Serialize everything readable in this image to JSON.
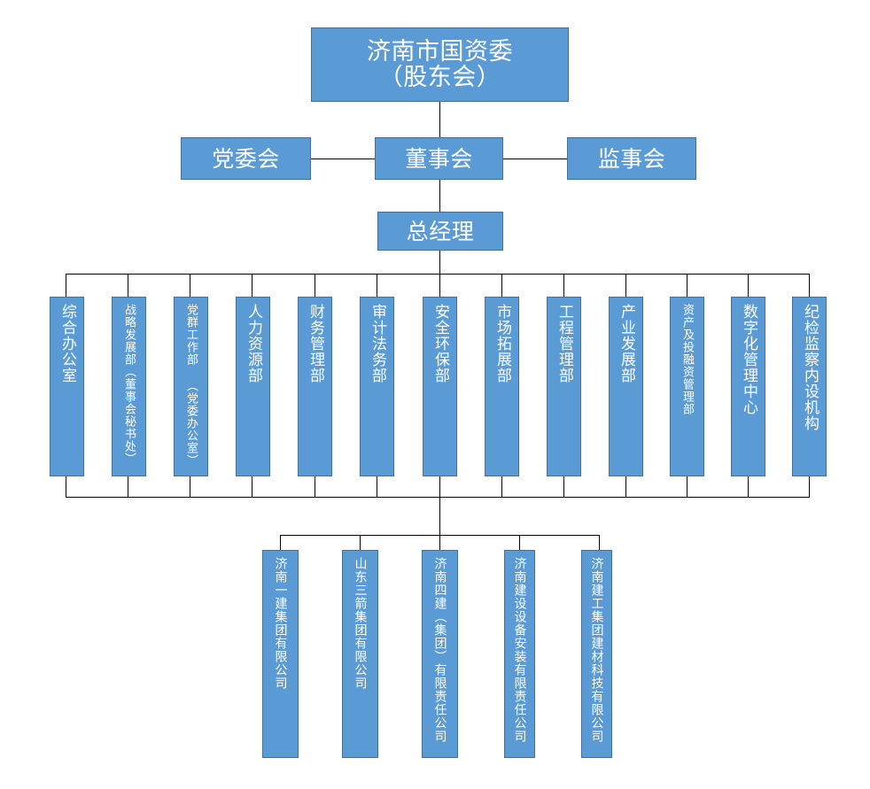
{
  "diagram": {
    "title_root": "济南市国资委\n（股东会）",
    "colors": {
      "node_fill": "#5B9BD5",
      "node_border": "#41719C",
      "connector": "#000000",
      "text": "#FFFFFF",
      "background": "#FFFFFF"
    }
  },
  "root": {
    "label": "济南市国资委\n（股东会）"
  },
  "governance": {
    "left": "党委会",
    "center": "董事会",
    "right": "监事会"
  },
  "executive": {
    "label": "总经理"
  },
  "departments": [
    {
      "label": "综合办公室"
    },
    {
      "label": "战略发展部（董事会秘书处）"
    },
    {
      "label": "党群工作部 （党委办公室）"
    },
    {
      "label": "人力资源部"
    },
    {
      "label": "财务管理部"
    },
    {
      "label": "审计法务部"
    },
    {
      "label": "安全环保部"
    },
    {
      "label": "市场拓展部"
    },
    {
      "label": "工程管理部"
    },
    {
      "label": "产业发展部"
    },
    {
      "label": "资产及投融资管理部"
    },
    {
      "label": "数字化管理中心"
    },
    {
      "label": "纪检监察内设机构"
    }
  ],
  "subsidiaries": [
    {
      "label": "济南一建集团有限公司"
    },
    {
      "label": "山东三箭集团有限公司"
    },
    {
      "label": "济南四建（集团）有限责任公司"
    },
    {
      "label": "济南建设设备安装有限责任公司"
    },
    {
      "label": "济南建工集团建材科技有限公司"
    }
  ]
}
